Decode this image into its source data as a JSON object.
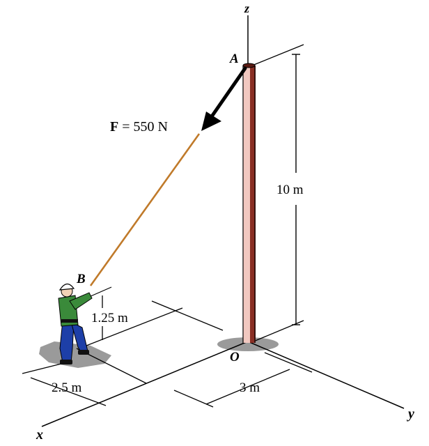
{
  "axes": {
    "x": "x",
    "y": "y",
    "z": "z"
  },
  "points": {
    "A": "A",
    "B": "B",
    "O": "O"
  },
  "force": {
    "symbol": "F",
    "rest": " = 550 N"
  },
  "dimensions": {
    "height": "10 m",
    "b_height": "1.25 m",
    "x_offset": "2.5 m",
    "y_offset": "3 m"
  },
  "colors": {
    "pole_light": "#f1c8c0",
    "pole_dark": "#8a2f24",
    "rope": "#c07a2a",
    "shadow": "#999999",
    "shirt": "#3a8a3a",
    "pants": "#1d3fa8"
  }
}
